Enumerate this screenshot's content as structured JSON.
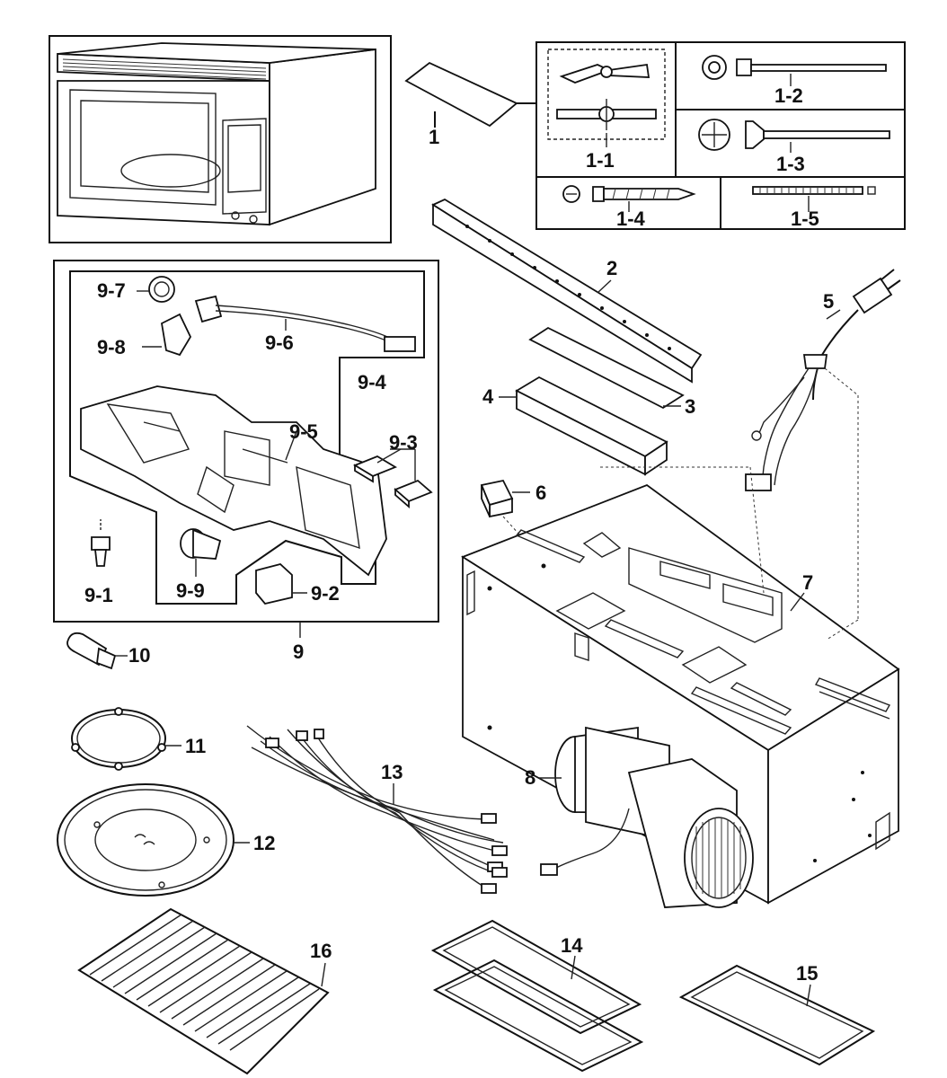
{
  "labels": {
    "p1": "1",
    "p1_1": "1-1",
    "p1_2": "1-2",
    "p1_3": "1-3",
    "p1_4": "1-4",
    "p1_5": "1-5",
    "p2": "2",
    "p3": "3",
    "p4": "4",
    "p5": "5",
    "p6": "6",
    "p7": "7",
    "p8": "8",
    "p9": "9",
    "p9_1": "9-1",
    "p9_2": "9-2",
    "p9_3": "9-3",
    "p9_4": "9-4",
    "p9_5": "9-5",
    "p9_6": "9-6",
    "p9_7": "9-7",
    "p9_8": "9-8",
    "p9_9": "9-9",
    "p10": "10",
    "p11": "11",
    "p12": "12",
    "p13": "13",
    "p14": "14",
    "p15": "15",
    "p16": "16"
  }
}
